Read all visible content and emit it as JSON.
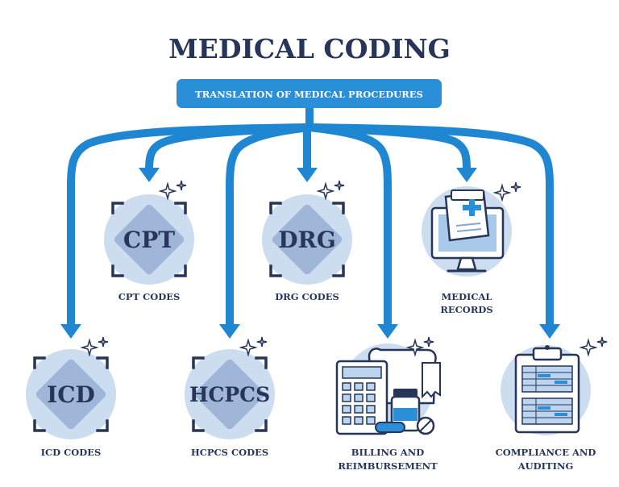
{
  "title": "MEDICAL CODING",
  "banner": "TRANSLATION OF MEDICAL PROCEDURES",
  "codes": {
    "cpt": "CPT",
    "drg": "DRG",
    "icd": "ICD",
    "hcpcs": "HCPCS"
  },
  "labels": {
    "cpt": "CPT CODES",
    "drg": "DRG CODES",
    "medical_records": [
      "MEDICAL",
      "RECORDS"
    ],
    "icd": "ICD CODES",
    "hcpcs": "HCPCS CODES",
    "billing": [
      "BILLING AND",
      "REIMBURSEMENT"
    ],
    "compliance": [
      "COMPLIANCE AND",
      "AUDITING"
    ]
  },
  "colors": {
    "navy": "#273559",
    "accent": "#1f86d2",
    "circle": "#cdddf0",
    "diamond": "#9fb6d8"
  },
  "icons": [
    "medical-record-monitor-icon",
    "billing-calculator-icon",
    "compliance-clipboard-icon",
    "sparkle-icon"
  ]
}
